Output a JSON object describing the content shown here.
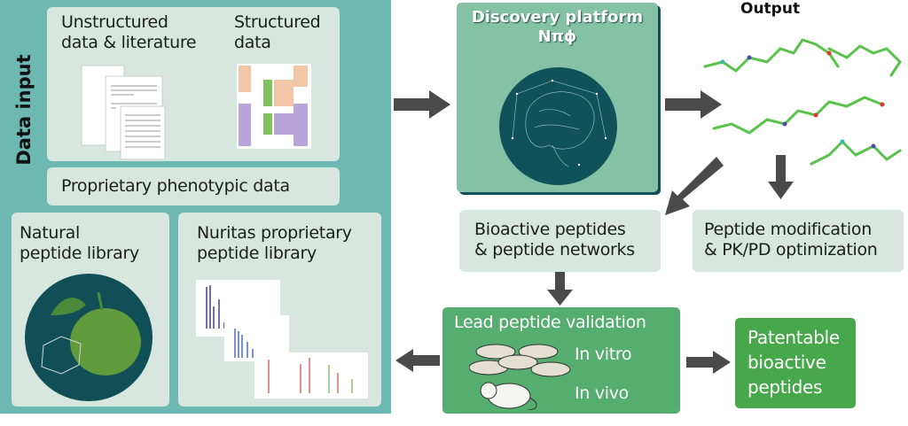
{
  "data_input": {
    "label": "Data input",
    "unstructured": {
      "line1": "Unstructured",
      "line2": "data & literature"
    },
    "structured": {
      "line1": "Structured",
      "line2": "data"
    },
    "phenotypic": "Proprietary phenotypic data",
    "natural_library": {
      "line1": "Natural",
      "line2": "peptide library"
    },
    "nuritas_library": {
      "line1": "Nuritas proprietary",
      "line2": "peptide library"
    }
  },
  "platform": {
    "line1": "Discovery platform",
    "line2": "Nπϕ",
    "image": "brain-network"
  },
  "output": {
    "title": "Output",
    "image": "peptide-structures"
  },
  "bioactive": {
    "line1": "Bioactive peptides",
    "line2": "& peptide networks"
  },
  "pkpd": {
    "line1": "Peptide modification",
    "line2": "& PK/PD optimization"
  },
  "lead": {
    "title": "Lead peptide validation",
    "in_vitro": "In vitro",
    "in_vivo": "In vivo"
  },
  "patent": {
    "line1": "Patentable",
    "line2": "bioactive",
    "line3": "peptides"
  },
  "colors": {
    "input_panel": "#6db8b2",
    "light_box": "#d7e7df",
    "platform": "#85c1a5",
    "platform_shadow": "#0f4f55",
    "lead_box": "#56ad70",
    "patent_box": "#46a84a",
    "arrow": "#4a4a4a"
  }
}
